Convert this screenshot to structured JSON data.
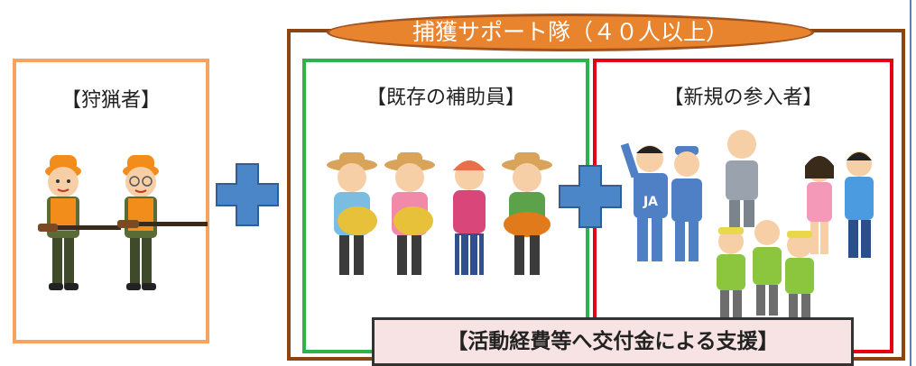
{
  "hunters": {
    "label": "【狩猟者】"
  },
  "support_team": {
    "title": "捕獲サポート隊（４０人以上）"
  },
  "existing_helpers": {
    "label": "【既存の補助員】"
  },
  "new_entrants": {
    "label": "【新規の参入者】"
  },
  "footer": {
    "text": "【活動経費等へ交付金による支援】"
  },
  "badge": {
    "text": "JA"
  },
  "colors": {
    "hunter_box": "#F4A460",
    "team_frame": "#8B4513",
    "title_fill": "#E8832E",
    "existing_box": "#2DB34A",
    "new_box": "#E60012",
    "plus": "#4A86C8",
    "footer_bg": "#F7E3E3"
  }
}
